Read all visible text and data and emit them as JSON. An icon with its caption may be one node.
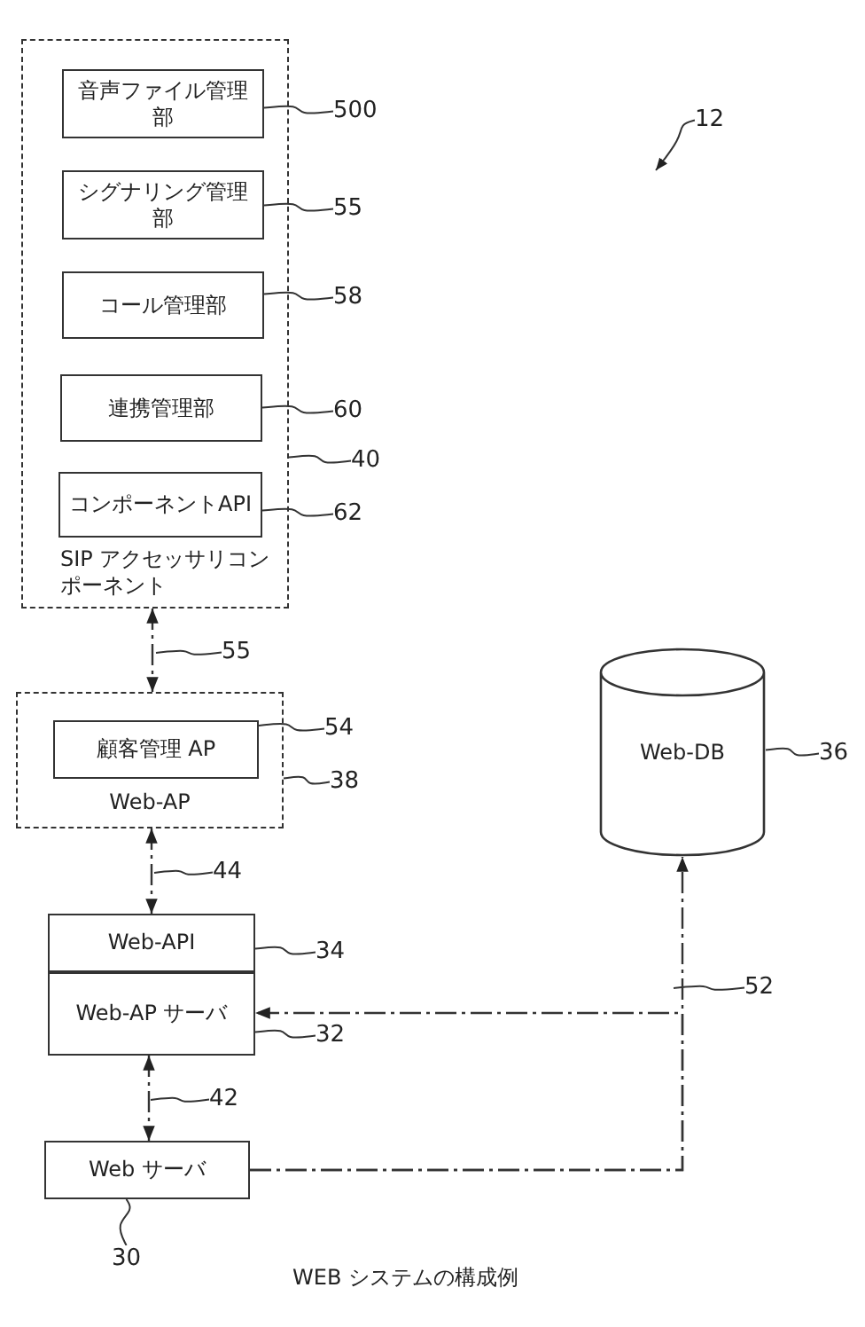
{
  "diagram": {
    "caption": "WEB システムの構成例",
    "nodes": [
      {
        "text": [
          "SIP アクセッサリコンポーネント"
        ]
      },
      {
        "text": [
          "音声ファイル管理部"
        ],
        "in": 0
      },
      {
        "text": [
          "シグナリング管理部"
        ],
        "in": 0
      },
      {
        "text": [
          "コール管理部"
        ],
        "in": 0
      },
      {
        "text": [
          "連携管理部"
        ],
        "in": 0
      },
      {
        "text": [
          "コンポーネントAPI"
        ],
        "in": 0
      },
      {
        "text": [
          "Web-AP"
        ]
      },
      {
        "text": [
          "顧客管理 AP"
        ],
        "in": 6
      },
      {
        "text": [
          "Web-API"
        ]
      },
      {
        "text": [
          "Web-AP サーバ"
        ]
      },
      {
        "text": [
          "Web サーバ"
        ]
      },
      {
        "text": [
          "Web-DB"
        ]
      },
      {
        "text": [
          "12"
        ]
      },
      {
        "text": [
          "500"
        ]
      },
      {
        "text": [
          "55"
        ]
      },
      {
        "text": [
          "58"
        ]
      },
      {
        "text": [
          "60"
        ]
      },
      {
        "text": [
          "40"
        ]
      },
      {
        "text": [
          "62"
        ]
      },
      {
        "text": [
          "55"
        ]
      },
      {
        "text": [
          "54"
        ]
      },
      {
        "text": [
          "38"
        ]
      },
      {
        "text": [
          "36"
        ]
      },
      {
        "text": [
          "44"
        ]
      },
      {
        "text": [
          "34"
        ]
      },
      {
        "text": [
          "52"
        ]
      },
      {
        "text": [
          "32"
        ]
      },
      {
        "text": [
          "42"
        ]
      },
      {
        "text": [
          "30"
        ]
      }
    ],
    "edges": [
      {
        "from": 0,
        "to": 6,
        "arrow": "both",
        "style": "dashed"
      },
      {
        "from": 6,
        "to": 8,
        "arrow": "both",
        "style": "dashed"
      },
      {
        "from": 9,
        "to": 10,
        "arrow": "both",
        "style": "dashed"
      },
      {
        "from": 10,
        "to": 11,
        "arrow": "to",
        "style": "dashed"
      },
      {
        "from": 10,
        "to": 9,
        "arrow": "to",
        "style": "dashed"
      },
      {
        "from": 12,
        "to": null,
        "arrow": "to"
      },
      {
        "from": 13,
        "to": 1,
        "arrow": "none"
      },
      {
        "from": 14,
        "to": 2,
        "arrow": "none"
      },
      {
        "from": 15,
        "to": 3,
        "arrow": "none"
      },
      {
        "from": 16,
        "to": 4,
        "arrow": "none"
      },
      {
        "from": 17,
        "to": 0,
        "arrow": "none"
      },
      {
        "from": 18,
        "to": 5,
        "arrow": "none"
      },
      {
        "from": 19,
        "to": null,
        "arrow": "none"
      },
      {
        "from": 20,
        "to": 7,
        "arrow": "none"
      },
      {
        "from": 21,
        "to": 6,
        "arrow": "none"
      },
      {
        "from": 22,
        "to": 11,
        "arrow": "none"
      },
      {
        "from": 23,
        "to": null,
        "arrow": "none"
      },
      {
        "from": 24,
        "to": 8,
        "arrow": "none"
      },
      {
        "from": 25,
        "to": null,
        "arrow": "none"
      },
      {
        "from": 26,
        "to": 9,
        "arrow": "none"
      },
      {
        "from": 27,
        "to": null,
        "arrow": "none"
      },
      {
        "from": 28,
        "to": 10,
        "arrow": "none"
      }
    ]
  }
}
